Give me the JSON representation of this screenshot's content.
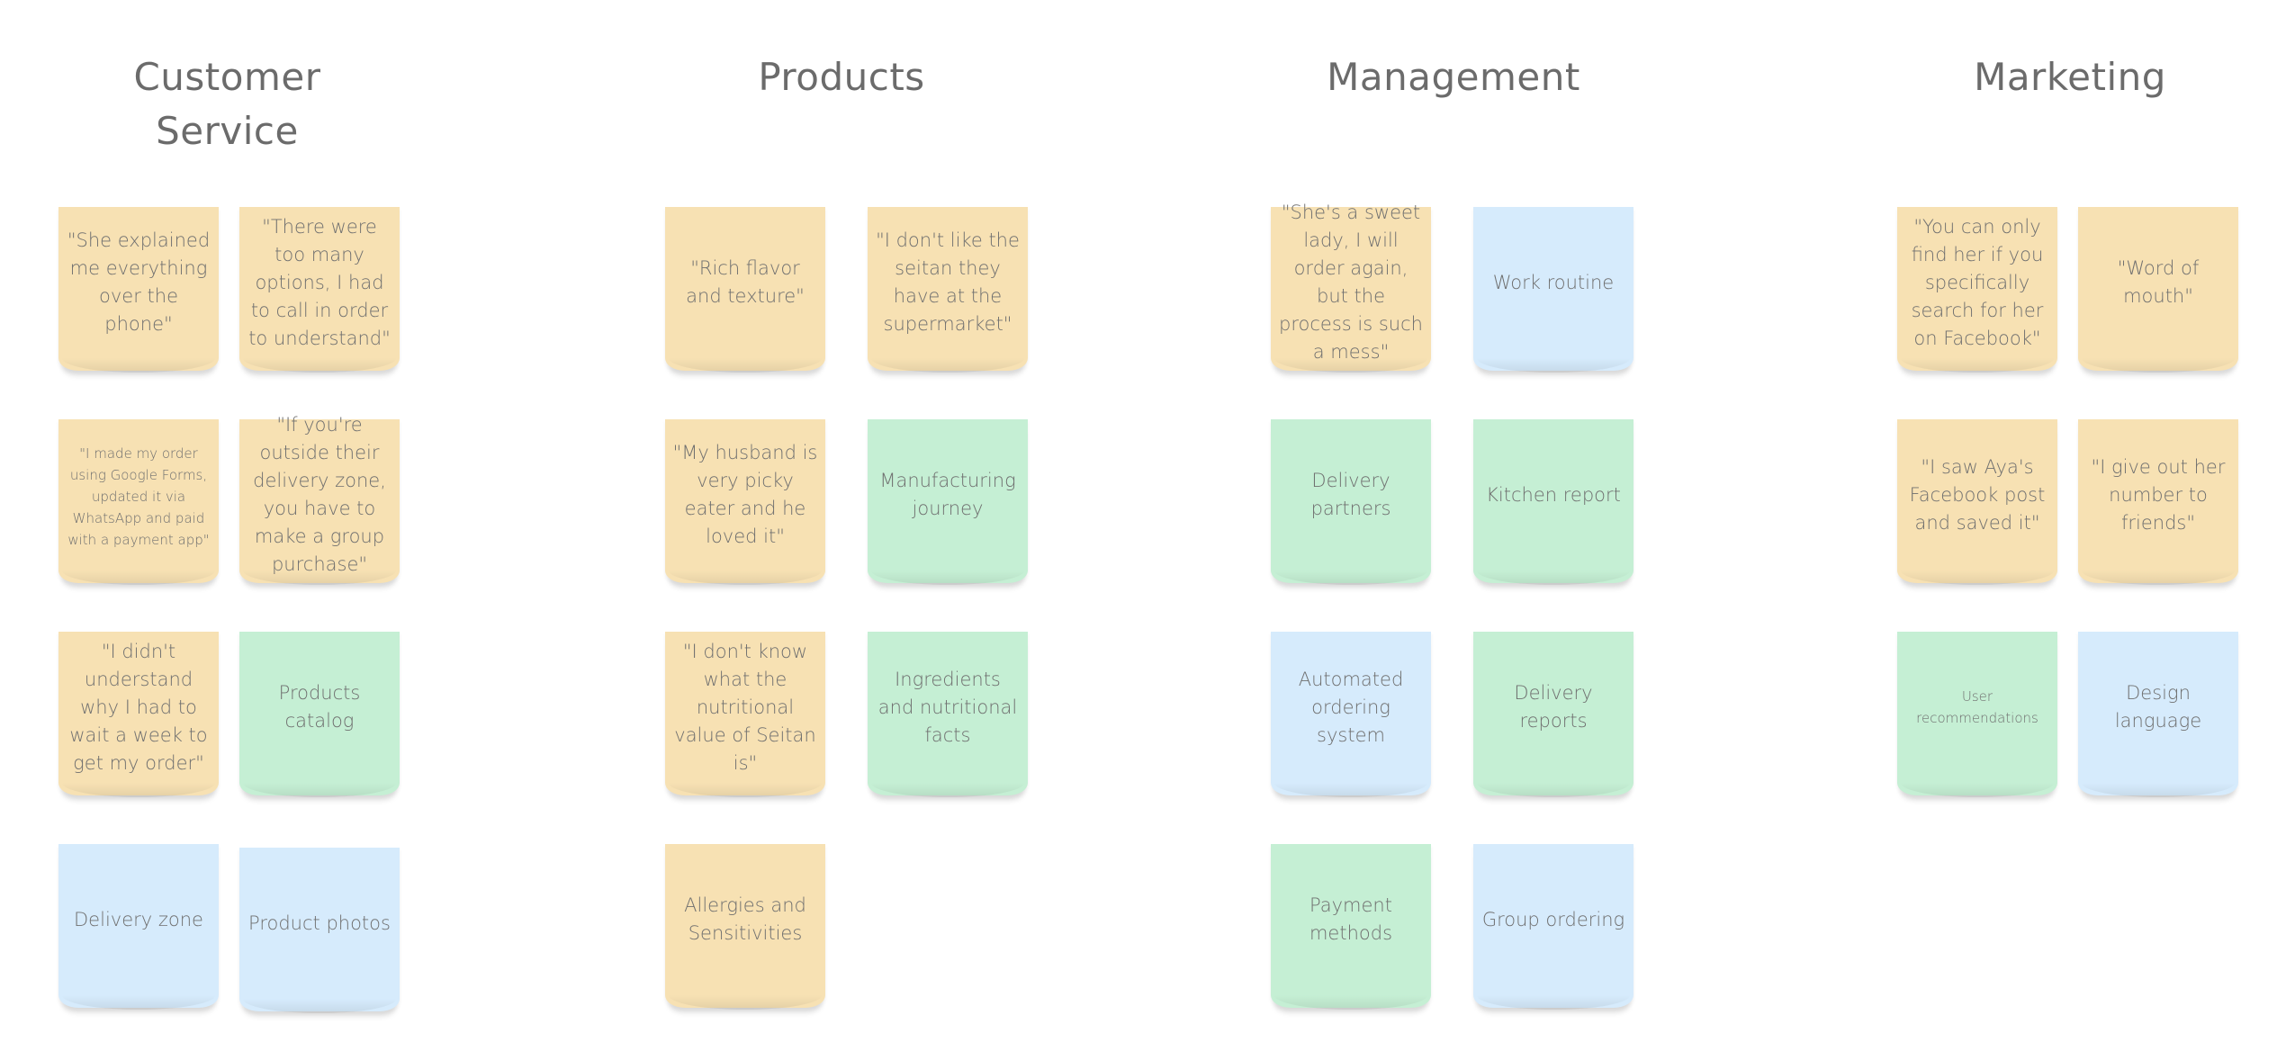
{
  "colors": {
    "yellow": "#f7e1b3",
    "green": "#c5efd4",
    "blue": "#d6ebfc",
    "title": "#6b6b6b",
    "text": "#6f6f6f"
  },
  "columns": [
    {
      "title": "Customer Service",
      "notes": [
        {
          "text": "\"She explained me everything over the phone\"",
          "color": "yellow"
        },
        {
          "text": "\"There were too many options, I had to call in order to understand\"",
          "color": "yellow"
        },
        {
          "text": "\"I made my order using Google Forms, updated it via WhatsApp and paid with a payment app\"",
          "color": "yellow"
        },
        {
          "text": "\"If you're outside their delivery zone, you have to make a group purchase\"",
          "color": "yellow"
        },
        {
          "text": "\"I didn't understand why I had to wait a week to get my order\"",
          "color": "yellow"
        },
        {
          "text": "Products catalog",
          "color": "green"
        },
        {
          "text": "Delivery zone",
          "color": "blue"
        },
        {
          "text": "Product photos",
          "color": "blue"
        }
      ]
    },
    {
      "title": "Products",
      "notes": [
        {
          "text": "\"Rich flavor and texture\"",
          "color": "yellow"
        },
        {
          "text": "\"I don't like the seitan they have at the supermarket\"",
          "color": "yellow"
        },
        {
          "text": "\"My husband is very picky eater and he loved it\"",
          "color": "yellow"
        },
        {
          "text": "Manufacturing journey",
          "color": "green"
        },
        {
          "text": "\"I don't know what the nutritional value of Seitan is\"",
          "color": "yellow"
        },
        {
          "text": "Ingredients and nutritional facts",
          "color": "green"
        },
        {
          "text": "Allergies and Sensitivities",
          "color": "yellow"
        }
      ]
    },
    {
      "title": "Management",
      "notes": [
        {
          "text": "\"She's a sweet lady,  I will order again, but the process is such a mess\"",
          "color": "yellow"
        },
        {
          "text": "Work routine",
          "color": "blue"
        },
        {
          "text": "Delivery partners",
          "color": "green"
        },
        {
          "text": "Kitchen report",
          "color": "green"
        },
        {
          "text": "Automated ordering system",
          "color": "blue"
        },
        {
          "text": "Delivery reports",
          "color": "green"
        },
        {
          "text": "Payment methods",
          "color": "green"
        },
        {
          "text": "Group ordering",
          "color": "blue"
        }
      ]
    },
    {
      "title": "Marketing",
      "notes": [
        {
          "text": "\"You can only find her if you specifically search for her on Facebook\"",
          "color": "yellow"
        },
        {
          "text": "\"Word of mouth\"",
          "color": "yellow"
        },
        {
          "text": "\"I saw Aya's Facebook post and saved it\"",
          "color": "yellow"
        },
        {
          "text": "\"I give out her number to friends\"",
          "color": "yellow"
        },
        {
          "text": "User recommendations",
          "color": "green"
        },
        {
          "text": "Design language",
          "color": "blue"
        }
      ]
    }
  ]
}
